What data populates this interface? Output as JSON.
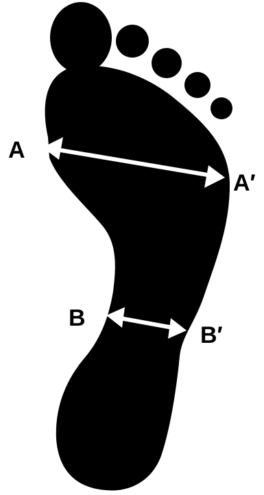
{
  "diagram": {
    "labels": {
      "a": "A",
      "a_prime": "A′",
      "b": "B",
      "b_prime": "B′"
    },
    "colors": {
      "foot": "#000000",
      "arrow": "#ffffff",
      "text": "#000000",
      "background": "#ffffff"
    }
  }
}
